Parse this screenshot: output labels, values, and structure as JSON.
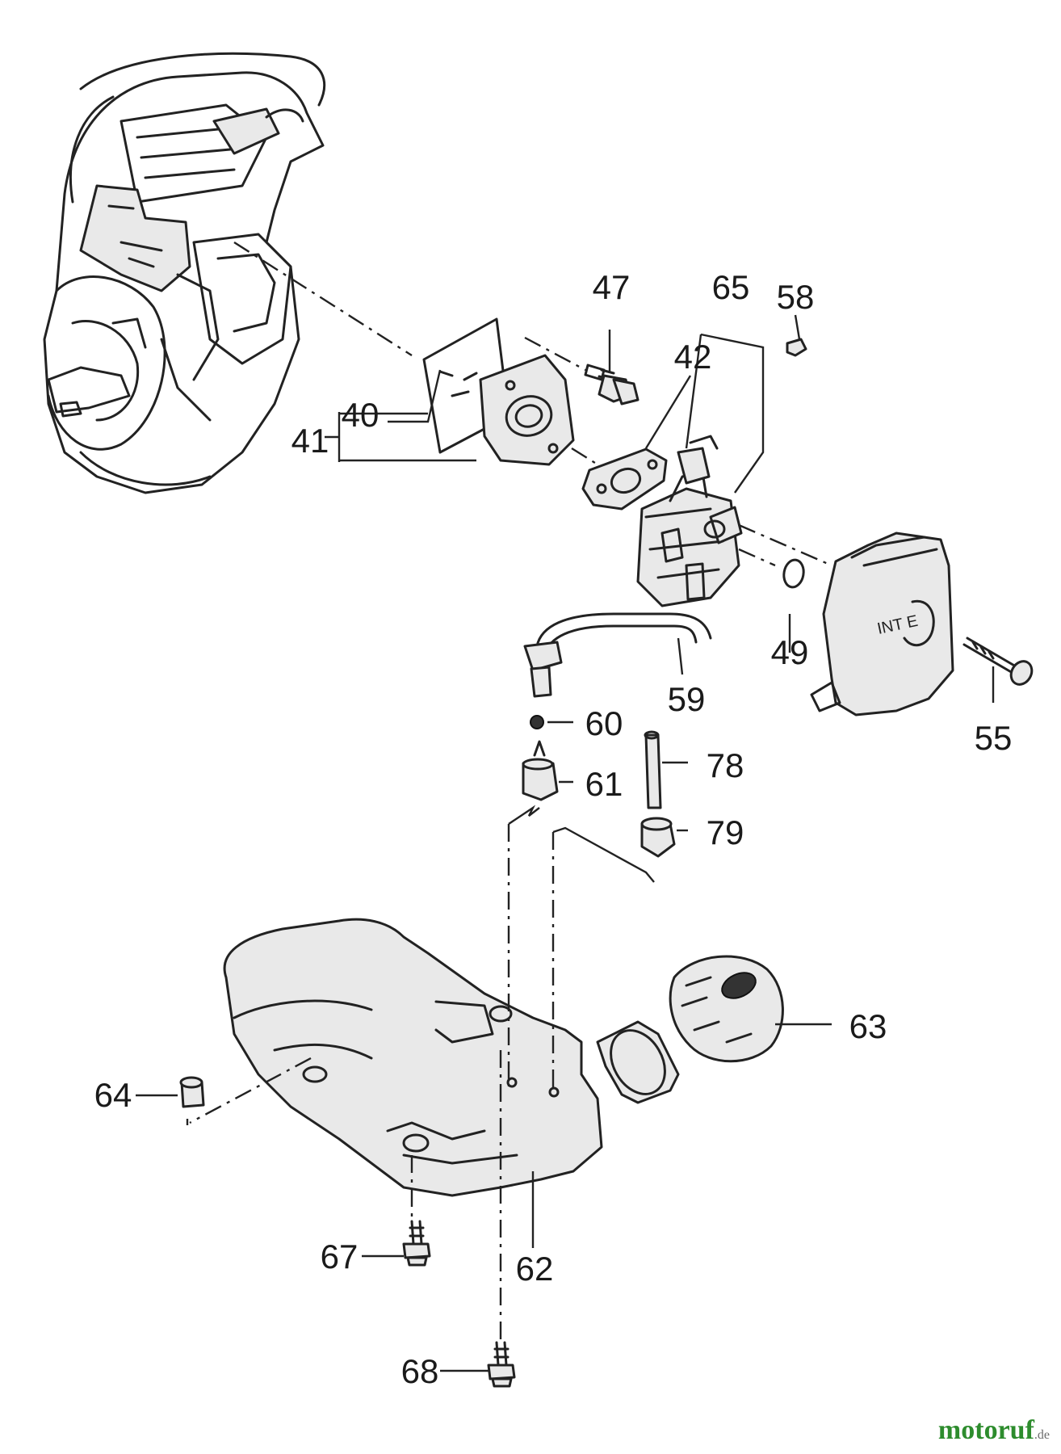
{
  "labels": {
    "p40": "40",
    "p41": "41",
    "p42": "42",
    "p47": "47",
    "p49": "49",
    "p55": "55",
    "p58": "58",
    "p59": "59",
    "p60": "60",
    "p61": "61",
    "p62": "62",
    "p63": "63",
    "p64": "64",
    "p65": "65",
    "p67": "67",
    "p68": "68",
    "p78": "78",
    "p79": "79"
  },
  "air_cleaner_text": "INT E",
  "watermark": {
    "name": "motoruf",
    "suffix": ".de",
    "color": "#2d8c2d"
  }
}
